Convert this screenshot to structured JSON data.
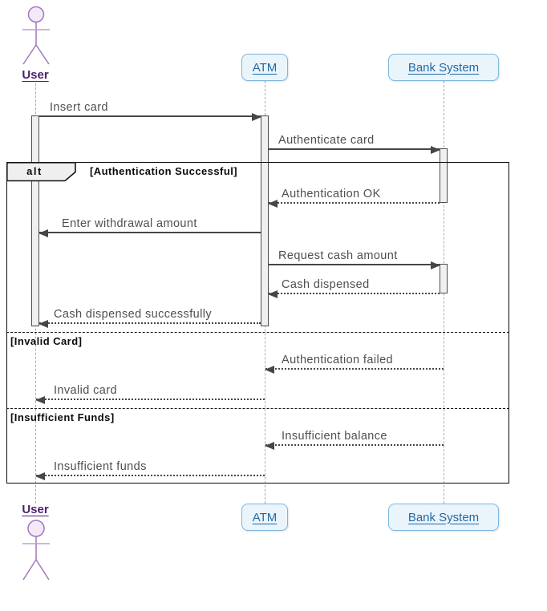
{
  "diagram_type": "uml-sequence",
  "participants": [
    {
      "id": "user",
      "label": "User",
      "type": "actor"
    },
    {
      "id": "atm",
      "label": "ATM",
      "type": "participant"
    },
    {
      "id": "bank",
      "label": "Bank System",
      "type": "participant"
    }
  ],
  "messages": [
    {
      "label": "Insert card",
      "from": "User",
      "to": "ATM",
      "style": "solid"
    },
    {
      "label": "Authenticate card",
      "from": "ATM",
      "to": "Bank System",
      "style": "solid"
    },
    {
      "label": "Authentication OK",
      "from": "Bank System",
      "to": "ATM",
      "style": "dotted"
    },
    {
      "label": "Enter withdrawal amount",
      "from": "ATM",
      "to": "User",
      "style": "solid"
    },
    {
      "label": "Request cash amount",
      "from": "ATM",
      "to": "Bank System",
      "style": "solid"
    },
    {
      "label": "Cash dispensed",
      "from": "Bank System",
      "to": "ATM",
      "style": "dotted"
    },
    {
      "label": "Cash dispensed successfully",
      "from": "ATM",
      "to": "User",
      "style": "dotted"
    },
    {
      "label": "Authentication failed",
      "from": "Bank System",
      "to": "ATM",
      "style": "dotted"
    },
    {
      "label": "Invalid card",
      "from": "ATM",
      "to": "User",
      "style": "dotted"
    },
    {
      "label": "Insufficient balance",
      "from": "Bank System",
      "to": "ATM",
      "style": "dotted"
    },
    {
      "label": "Insufficient funds",
      "from": "ATM",
      "to": "User",
      "style": "dotted"
    }
  ],
  "fragment": {
    "operator": "alt",
    "sections": [
      {
        "guard": "[Authentication Successful]"
      },
      {
        "guard": "[Invalid Card]"
      },
      {
        "guard": "[Insufficient Funds]"
      }
    ]
  },
  "colors": {
    "participant_fill": "#EAF4FB",
    "participant_border": "#7DB6DE",
    "participant_text": "#1F6BA5",
    "actor_color": "#A277BD",
    "actor_head_fill": "#F4E9F9",
    "actor_text": "#4B1F6F",
    "message_color": "#454645",
    "message_text": "#4F4F4F",
    "frame_border": "#0A0A0A",
    "activation_fill": "#F0F0F0",
    "lifeline": "#ABABAB"
  }
}
